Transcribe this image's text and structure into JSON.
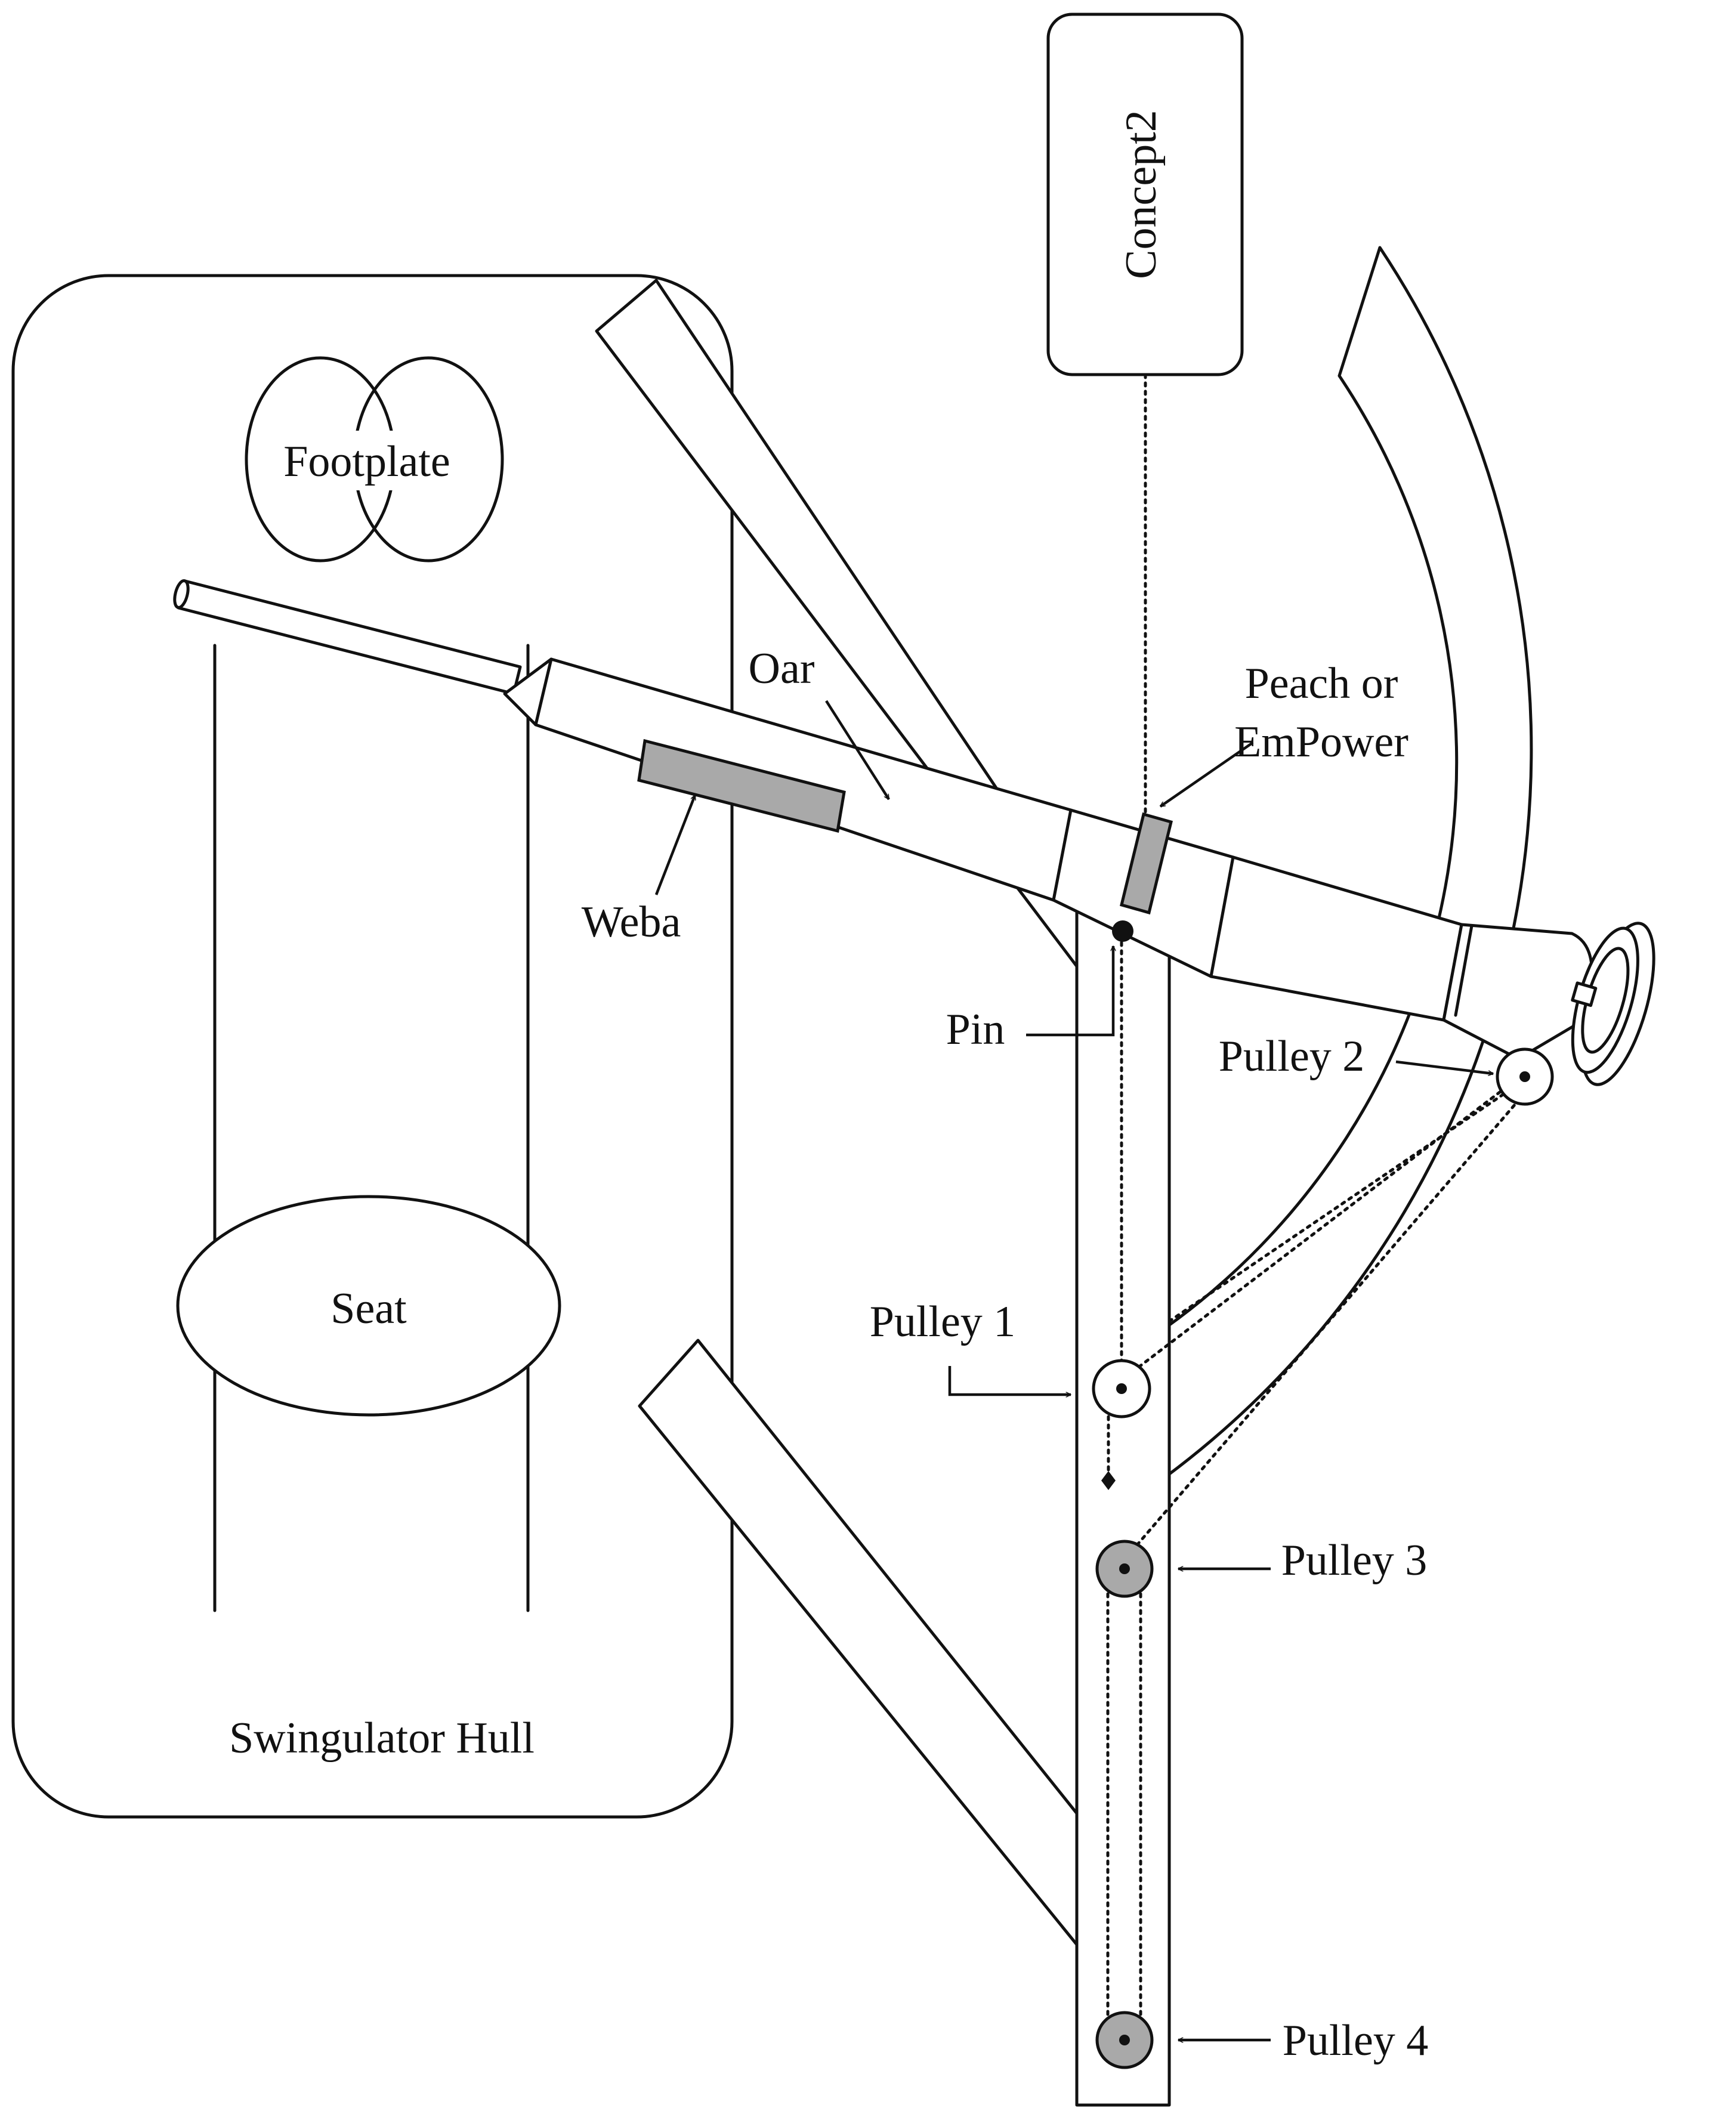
{
  "labels": {
    "footplate": "Footplate",
    "concept2": "Concept2",
    "oar": "Oar",
    "peach": "Peach or",
    "empower": "EmPower",
    "weba": "Weba",
    "pin": "Pin",
    "pulley2": "Pulley 2",
    "seat": "Seat",
    "pulley1": "Pulley 1",
    "pulley3": "Pulley 3",
    "swingulator_hull": "Swingulator Hull",
    "pulley4": "Pulley 4"
  },
  "colors": {
    "line": "#111111",
    "sensor_gray": "#a9a9a9",
    "background": "#ffffff"
  }
}
